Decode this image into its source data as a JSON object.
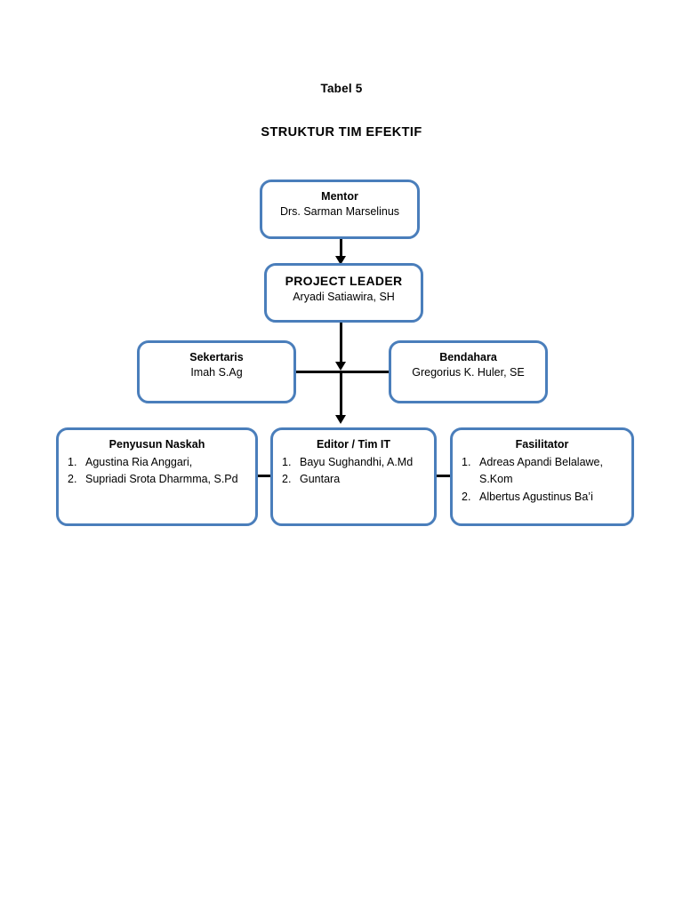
{
  "document": {
    "table_label": "Tabel 5",
    "title": "STRUKTUR TIM EFEKTIF"
  },
  "theme": {
    "box_border_color": "#4a7ebb",
    "box_fill_color": "#ffffff",
    "connector_color": "#000000",
    "text_color": "#000000"
  },
  "chart_data": {
    "type": "diagram",
    "title": "STRUKTUR TIM EFEKTIF",
    "subtitle": "Tabel 5",
    "nodes": [
      {
        "id": "mentor",
        "title": "Mentor",
        "subtitle": "Drs. Sarman Marselinus",
        "level": 0
      },
      {
        "id": "project-leader",
        "title": "PROJECT LEADER",
        "subtitle": "Aryadi Satiawira, SH",
        "level": 1
      },
      {
        "id": "sekertaris",
        "title": "Sekertaris",
        "subtitle": "Imah S.Ag",
        "level": 2
      },
      {
        "id": "bendahara",
        "title": "Bendahara",
        "subtitle": "Gregorius K. Huler, SE",
        "level": 2
      },
      {
        "id": "penyusun-naskah",
        "title": "Penyusun Naskah",
        "level": 3,
        "members": [
          {
            "num": "1.",
            "name": "Agustina Ria Anggari,"
          },
          {
            "num": "2.",
            "name": "Supriadi Srota Dharmma, S.Pd"
          }
        ]
      },
      {
        "id": "editor-tim-it",
        "title": "Editor / Tim IT",
        "level": 3,
        "members": [
          {
            "num": "1.",
            "name": "Bayu Sughandhi, A.Md"
          },
          {
            "num": "2.",
            "name": "Guntara"
          }
        ]
      },
      {
        "id": "fasilitator",
        "title": "Fasilitator",
        "level": 3,
        "members": [
          {
            "num": "1.",
            "name": "Adreas Apandi Belalawe, S.Kom"
          },
          {
            "num": "2.",
            "name": "Albertus Agustinus Ba’i"
          }
        ]
      }
    ],
    "edges": [
      {
        "from": "mentor",
        "to": "project-leader",
        "style": "arrow-down"
      },
      {
        "from": "project-leader",
        "to": "team-bar",
        "style": "arrow-down"
      },
      {
        "from": "sekertaris",
        "to": "bendahara",
        "style": "line-horizontal"
      },
      {
        "from": "team-bar",
        "to": "editor-tim-it",
        "style": "arrow-down"
      },
      {
        "from": "penyusun-naskah",
        "to": "editor-tim-it",
        "style": "line-horizontal"
      },
      {
        "from": "editor-tim-it",
        "to": "fasilitator",
        "style": "line-horizontal"
      }
    ]
  }
}
